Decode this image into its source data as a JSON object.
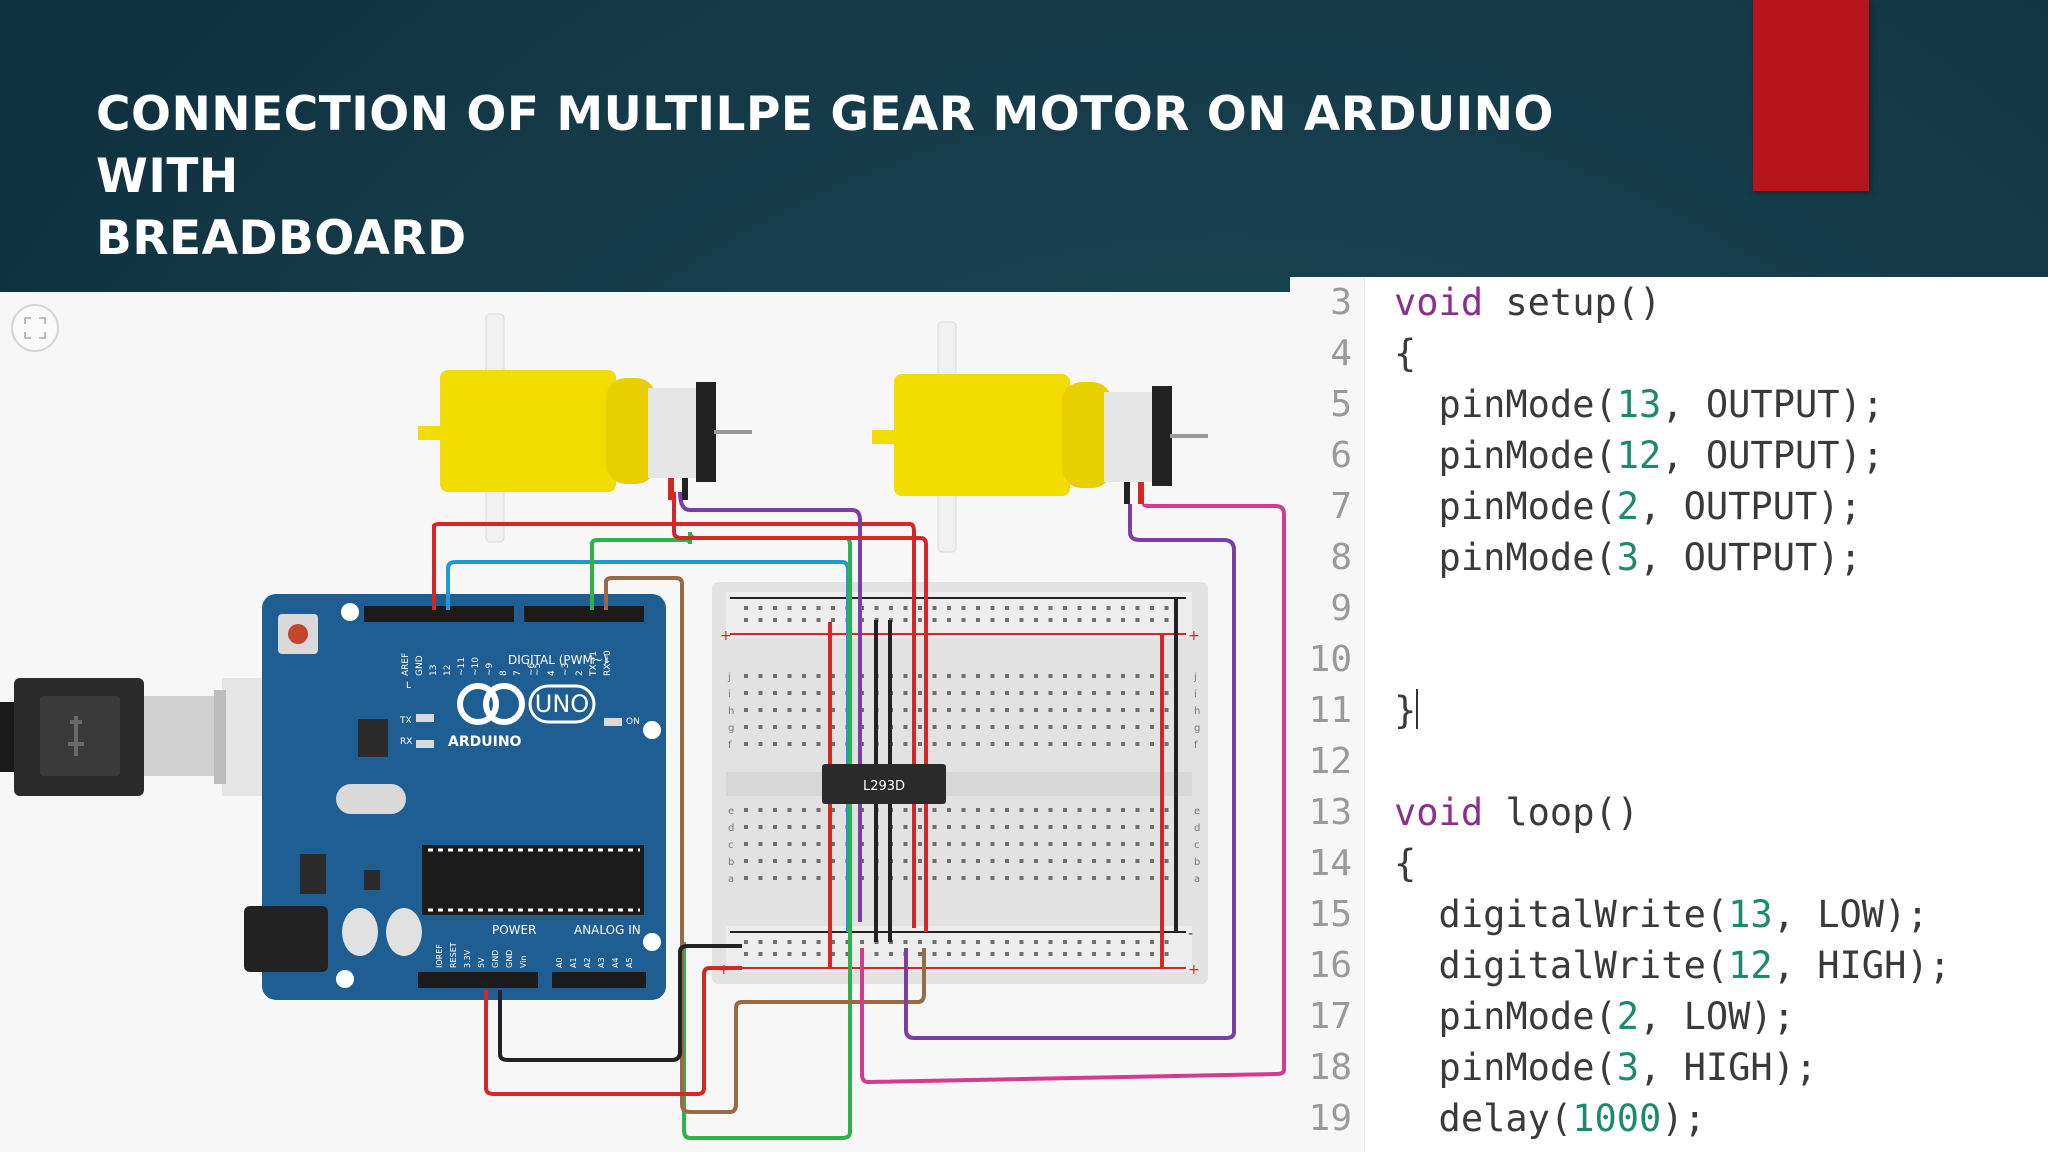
{
  "slide": {
    "title_line1": "CONNECTION OF MULTILPE GEAR MOTOR ON ARDUINO WITH",
    "title_line2": "BREADBOARD",
    "accent_color": "#b5151a"
  },
  "circuit": {
    "fullscreen_icon": "fullscreen-icon",
    "arduino": {
      "brand": "ARDUINO",
      "model": "UNO",
      "digital_label": "DIGITAL (PWM~)",
      "power_label": "POWER",
      "analog_label": "ANALOG IN",
      "on_label": "ON",
      "l_label": "L",
      "tx_label": "TX",
      "rx_label": "RX",
      "digital_pins": [
        "AREF",
        "GND",
        "13",
        "12",
        "~11",
        "~10",
        "~9",
        "8",
        "7",
        "~6",
        "~5",
        "4",
        "~3",
        "2",
        "TX→1",
        "RX←0"
      ],
      "power_pins": [
        "IOREF",
        "RESET",
        "3.3V",
        "5V",
        "GND",
        "GND",
        "Vin"
      ],
      "analog_pins": [
        "A0",
        "A1",
        "A2",
        "A3",
        "A4",
        "A5"
      ]
    },
    "chip_label": "L293D",
    "breadboard_rows_top": [
      "j",
      "i",
      "h",
      "g",
      "f"
    ],
    "breadboard_rows_bottom": [
      "e",
      "d",
      "c",
      "b",
      "a"
    ],
    "plus": "+",
    "minus": "-",
    "colors": {
      "board": "#1f5e93",
      "motor": "#f3dc00",
      "red": "#d62626",
      "blue": "#1e9bd7",
      "green": "#2cb34a",
      "brown": "#9a6a45",
      "purple": "#7b3fa3",
      "magenta": "#d43b8f",
      "black": "#222222"
    }
  },
  "code": {
    "lines": [
      {
        "n": "3",
        "parts": [
          {
            "t": "void",
            "c": "kw"
          },
          {
            "t": " setup()",
            "c": ""
          }
        ]
      },
      {
        "n": "4",
        "parts": [
          {
            "t": "{",
            "c": ""
          }
        ]
      },
      {
        "n": "5",
        "parts": [
          {
            "t": "  pinMode(",
            "c": ""
          },
          {
            "t": "13",
            "c": "num"
          },
          {
            "t": ", OUTPUT);",
            "c": ""
          }
        ]
      },
      {
        "n": "6",
        "parts": [
          {
            "t": "  pinMode(",
            "c": ""
          },
          {
            "t": "12",
            "c": "num"
          },
          {
            "t": ", OUTPUT);",
            "c": ""
          }
        ]
      },
      {
        "n": "7",
        "parts": [
          {
            "t": "  pinMode(",
            "c": ""
          },
          {
            "t": "2",
            "c": "num"
          },
          {
            "t": ", OUTPUT);",
            "c": ""
          }
        ]
      },
      {
        "n": "8",
        "parts": [
          {
            "t": "  pinMode(",
            "c": ""
          },
          {
            "t": "3",
            "c": "num"
          },
          {
            "t": ", OUTPUT);",
            "c": ""
          }
        ]
      },
      {
        "n": "9",
        "parts": []
      },
      {
        "n": "10",
        "parts": []
      },
      {
        "n": "11",
        "parts": [
          {
            "t": "}",
            "c": ""
          }
        ],
        "cursor": true
      },
      {
        "n": "12",
        "parts": []
      },
      {
        "n": "13",
        "parts": [
          {
            "t": "void",
            "c": "kw"
          },
          {
            "t": " loop()",
            "c": ""
          }
        ]
      },
      {
        "n": "14",
        "parts": [
          {
            "t": "{",
            "c": ""
          }
        ]
      },
      {
        "n": "15",
        "parts": [
          {
            "t": "  digitalWrite(",
            "c": ""
          },
          {
            "t": "13",
            "c": "num"
          },
          {
            "t": ", LOW);",
            "c": ""
          }
        ]
      },
      {
        "n": "16",
        "parts": [
          {
            "t": "  digitalWrite(",
            "c": ""
          },
          {
            "t": "12",
            "c": "num"
          },
          {
            "t": ", HIGH);",
            "c": ""
          }
        ]
      },
      {
        "n": "17",
        "parts": [
          {
            "t": "  pinMode(",
            "c": ""
          },
          {
            "t": "2",
            "c": "num"
          },
          {
            "t": ", LOW);",
            "c": ""
          }
        ]
      },
      {
        "n": "18",
        "parts": [
          {
            "t": "  pinMode(",
            "c": ""
          },
          {
            "t": "3",
            "c": "num"
          },
          {
            "t": ", HIGH);",
            "c": ""
          }
        ]
      },
      {
        "n": "19",
        "parts": [
          {
            "t": "  delay(",
            "c": ""
          },
          {
            "t": "1000",
            "c": "num"
          },
          {
            "t": ");",
            "c": ""
          }
        ]
      }
    ]
  }
}
